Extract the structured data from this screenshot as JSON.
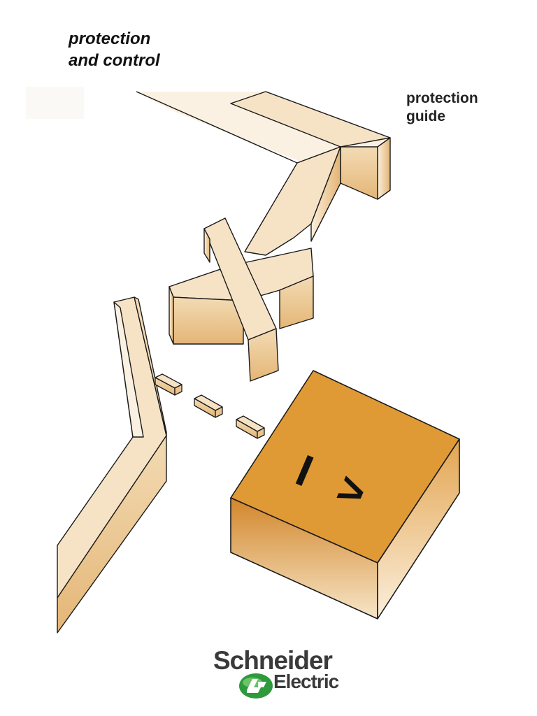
{
  "document": {
    "title_lines": [
      "protection",
      "and control"
    ],
    "subtitle_lines": [
      "protection",
      "guide"
    ],
    "relay_symbol": "I >"
  },
  "brand": {
    "name_line1": "Schneider",
    "name_line2": "Electric",
    "logo_icon": "schneider-electric-leaf-icon"
  },
  "colors": {
    "beige_face": "#f6e3c6",
    "beige_side": "#ebc996",
    "orange_top": "#e09a35",
    "orange_side": "#c8781f",
    "outline": "#1a1a1a",
    "logo_green": "#2e9a3c",
    "logo_text": "#3a3a3a"
  }
}
